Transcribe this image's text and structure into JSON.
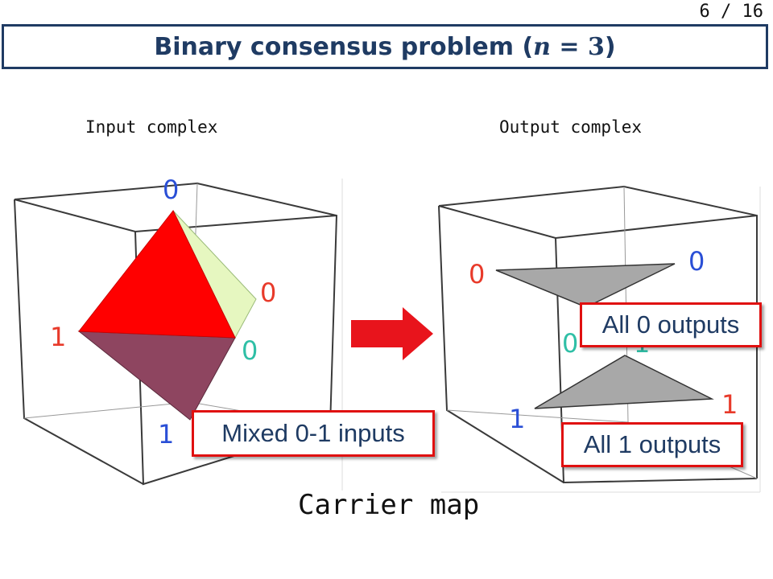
{
  "page": {
    "number": "6 / 16"
  },
  "title": {
    "prefix": "Binary consensus problem (",
    "variable": "n",
    "equals": " = 3",
    "suffix": ")"
  },
  "input_panel": {
    "caption": "Input complex",
    "vertex_labels": {
      "top": "0",
      "right_upper": "0",
      "left": "1",
      "right_lower": "0",
      "bottom": "1"
    },
    "callout": "Mixed 0-1 inputs"
  },
  "output_panel": {
    "caption": "Output complex",
    "vertex_labels": {
      "upper_left": "0",
      "upper_right": "0",
      "middle_left": "0",
      "middle_right": "1",
      "lower_left": "1",
      "lower_right": "1"
    },
    "callout_top": "All 0 outputs",
    "callout_bottom": "All 1 outputs"
  },
  "arrow": {
    "color": "#e8141c"
  },
  "carrier_label": "Carrier map",
  "colors": {
    "title": "#1f3b63",
    "red_label": "#e83a2a",
    "teal_label": "#2fbfa6",
    "blue_label": "#2a4fd6",
    "front_face": "#ff0000",
    "side_face": "#e6f7c0",
    "lower_face": "#8e4560",
    "output_triangle": "#a8a8a8"
  }
}
